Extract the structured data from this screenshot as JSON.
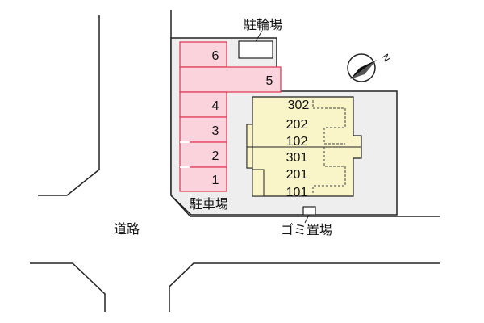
{
  "labels": {
    "bicycle_parking": "駐輪場",
    "parking_lot": "駐車場",
    "road": "道路",
    "garbage_area": "ゴミ置場",
    "north_symbol": "N"
  },
  "parking_spaces": [
    "6",
    "5",
    "4",
    "3",
    "2",
    "1"
  ],
  "units": [
    "302",
    "202",
    "102",
    "301",
    "201",
    "101"
  ],
  "colors": {
    "parking_fill": "#fbd3dc",
    "parking_stroke": "#e0334f",
    "building_fill": "#faf5c8",
    "lot_fill": "#eeeeee",
    "line": "#222222"
  }
}
